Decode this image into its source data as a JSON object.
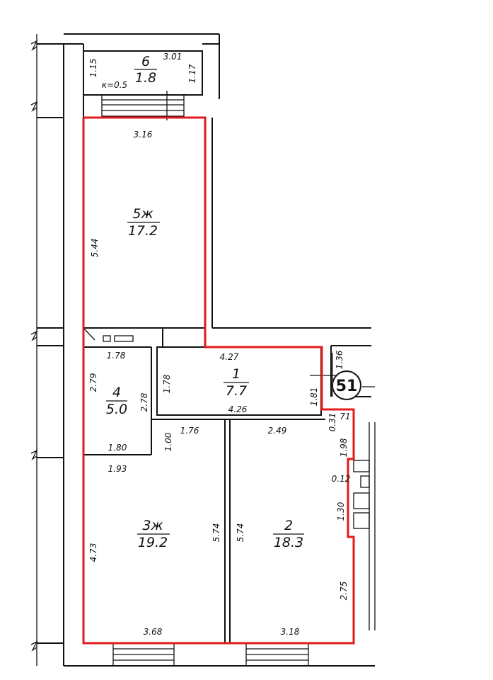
{
  "rooms": [
    {
      "id": "6",
      "number": "6",
      "area": "1.8",
      "note": "к=0.5"
    },
    {
      "id": "5",
      "number": "5ж",
      "area": "17.2"
    },
    {
      "id": "4",
      "number": "4",
      "area": "5.0"
    },
    {
      "id": "1",
      "number": "1",
      "area": "7.7"
    },
    {
      "id": "3",
      "number": "3ж",
      "area": "19.2"
    },
    {
      "id": "2",
      "number": "2",
      "area": "18.3"
    }
  ],
  "dimensions": {
    "balcony_left": "1.15",
    "balcony_top": "3.01",
    "balcony_right": "1.17",
    "room5_top": "3.16",
    "room5_left": "5.44",
    "room4_top": "1.78",
    "room4_left": "2.79",
    "room4_right": "2.78",
    "room4_bottom": "1.80",
    "room1_top": "4.27",
    "room1_left": "1.78",
    "room1_bottom": "4.26",
    "room1_right": "1.81",
    "niche_right": "1.36",
    "jog_a": "0.31",
    "jog_b": "71",
    "corridor_width": "1.00",
    "room3_top_a": "1.76",
    "room3_top_b": "1.93",
    "room3_left": "4.73",
    "room3_right": "5.74",
    "room3_bottom": "3.68",
    "room2_top": "2.49",
    "room2_left": "5.74",
    "room2_right_a": "1.98",
    "room2_jog": "0.12",
    "room2_right_b": "1.30",
    "room2_right_c": "2.75",
    "room2_bottom": "3.18"
  },
  "badge": {
    "number": "51"
  },
  "colors": {
    "boundary": "#e21b1b",
    "walls": "#111111"
  }
}
